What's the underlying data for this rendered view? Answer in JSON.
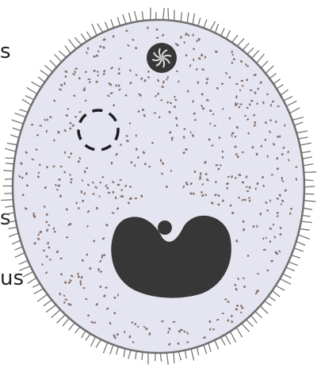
{
  "labels": {
    "label_1": "s",
    "label_2": "s",
    "label_3": "us"
  },
  "colors": {
    "cell_fill": "#e4e5f1",
    "cell_outline": "#707070",
    "cilia": "#777777",
    "stipple": "#8a6f66",
    "nucleus": "#373737",
    "vacuole": "#1e1e1e"
  },
  "parts": [
    "cell-membrane",
    "cilia",
    "cytoplasm-granules",
    "contractile-vacuole",
    "food-vacuole",
    "macronucleus",
    "micronucleus"
  ]
}
